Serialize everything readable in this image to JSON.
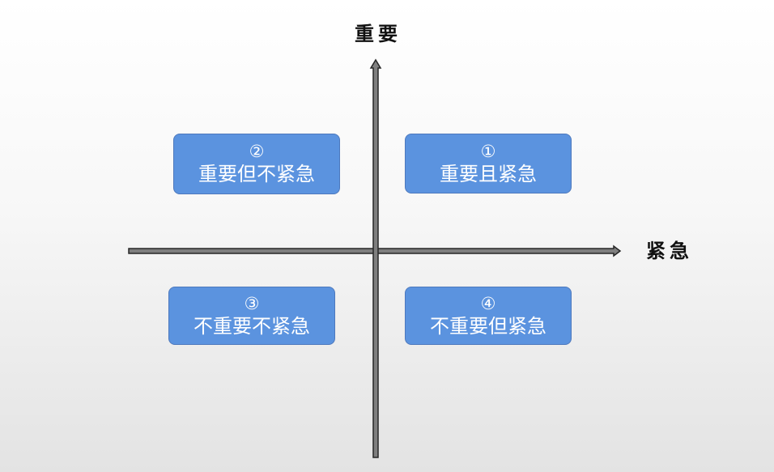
{
  "axes": {
    "y_label": "重要",
    "x_label": "紧急"
  },
  "quadrants": [
    {
      "number": "①",
      "label": "重要且紧急"
    },
    {
      "number": "②",
      "label": "重要但不紧急"
    },
    {
      "number": "③",
      "label": "不重要不紧急"
    },
    {
      "number": "④",
      "label": "不重要但紧急"
    }
  ],
  "colors": {
    "box_fill": "#5b93df",
    "box_border": "#4e79bd",
    "axis_fill": "#7f7f7f",
    "axis_stroke": "#262626",
    "text_on_box": "#ffffff"
  }
}
